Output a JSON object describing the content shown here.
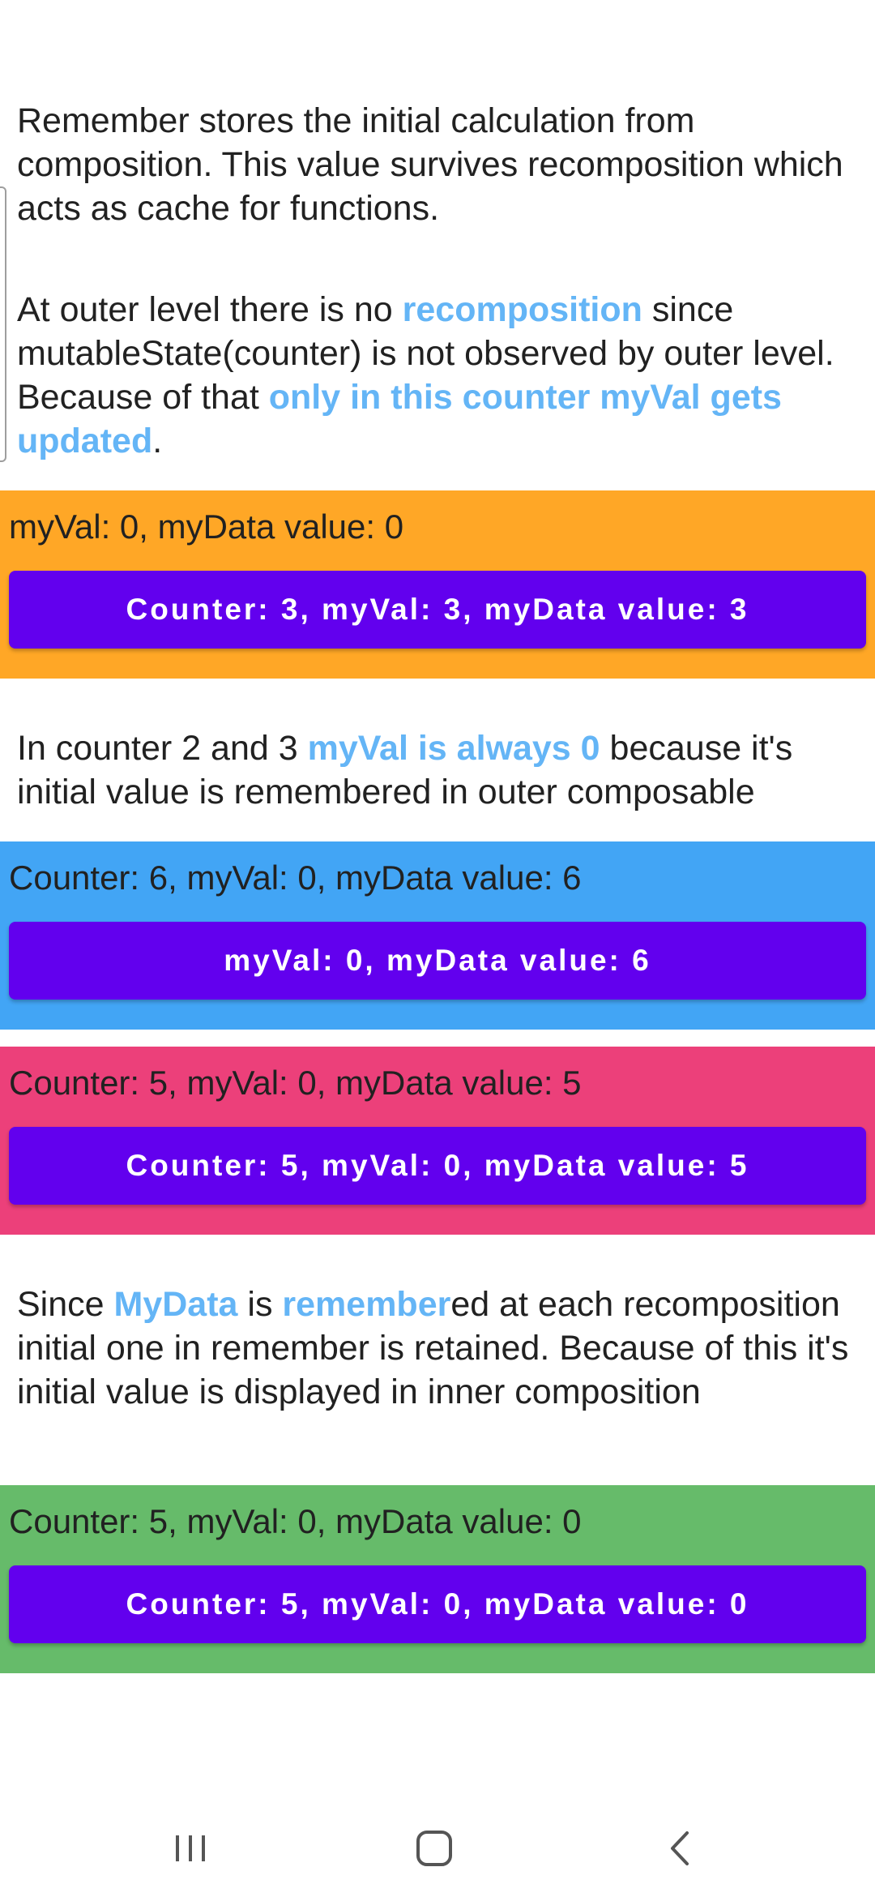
{
  "intro": {
    "text": "Remember stores the initial calculation from composition. This value survives recomposition which acts as cache for functions."
  },
  "outer_note": {
    "part1": "At outer level there is no ",
    "hl1": "recomposition",
    "part2": " since mutableState(counter) is not observed by outer level. Because of that ",
    "hl2": "only in this counter myVal gets updated",
    "part3": "."
  },
  "panel1": {
    "color": "#ffa726",
    "text": "myVal: 0, myData value: 0",
    "button": "Counter: 3, myVal: 3, myData value: 3"
  },
  "counter_note": {
    "part1": "In counter 2 and 3 ",
    "hl1": "myVal is always 0",
    "part2": " because it's initial value is remembered in outer composable"
  },
  "panel2": {
    "color": "#42a5f5",
    "text": "Counter: 6, myVal: 0, myData value: 6",
    "button": "myVal: 0, myData value: 6"
  },
  "panel3": {
    "color": "#ec407a",
    "text": "Counter: 5, myVal: 0, myData value: 5",
    "button": "Counter: 5, myVal: 0, myData value: 5"
  },
  "mydata_note": {
    "part1": "Since ",
    "hl1": "MyData",
    "part2": " is ",
    "hl2": "remember",
    "part3": "ed at each recomposition initial one in remember is retained. Because of this it's initial value is displayed in inner composition"
  },
  "panel4": {
    "color": "#66bb6a",
    "text": "Counter: 5, myVal: 0, myData value: 0",
    "button": "Counter: 5, myVal: 0, myData value: 0"
  },
  "colors": {
    "accent_text": "#64b5f6",
    "button": "#6200ee"
  },
  "nav": {
    "icons": [
      "recent-apps-icon",
      "home-icon",
      "back-icon"
    ]
  }
}
